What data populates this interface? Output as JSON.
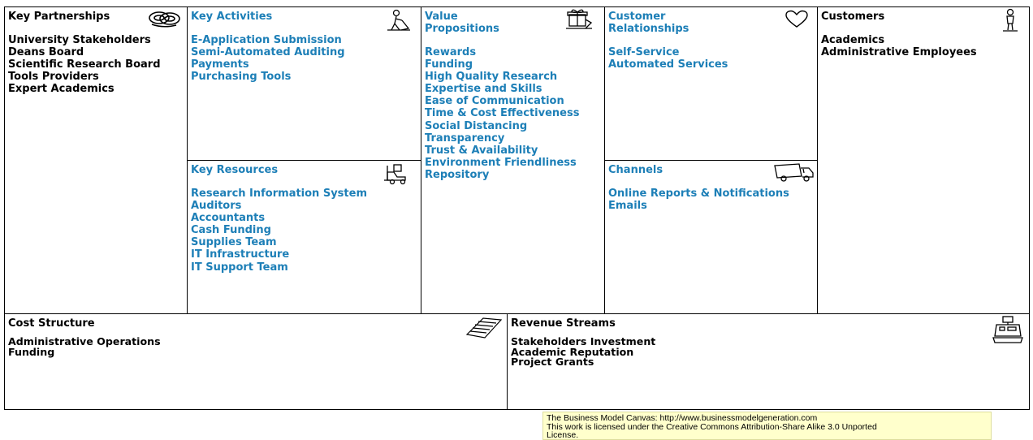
{
  "key_partnerships": {
    "title": "Key Partnerships",
    "items": [
      "University Stakeholders",
      "Deans Board",
      "Scientific Research Board",
      "Tools Providers",
      "Expert Academics"
    ]
  },
  "key_activities": {
    "title": "Key Activities",
    "items": [
      "E-Application Submission",
      "Semi-Automated Auditing",
      "Payments",
      "Purchasing Tools"
    ]
  },
  "key_resources": {
    "title": "Key Resources",
    "items": [
      "Research Information System",
      "Auditors",
      "Accountants",
      "Cash Funding",
      "Supplies Team",
      "IT Infrastructure",
      "IT Support Team"
    ]
  },
  "value_propositions": {
    "title_line1": "Value",
    "title_line2": "Propositions",
    "items": [
      "Rewards",
      "Funding",
      "High Quality Research",
      "Expertise and Skills",
      "Ease of Communication",
      "Time & Cost Effectiveness",
      "Social Distancing",
      "Transparency",
      "Trust & Availability",
      "Environment Friendliness",
      "Repository"
    ]
  },
  "customer_relationships": {
    "title_line1": "Customer",
    "title_line2": "Relationships",
    "items": [
      "Self-Service",
      "Automated Services"
    ]
  },
  "channels": {
    "title": "Channels",
    "items": [
      "Online Reports & Notifications",
      "Emails"
    ]
  },
  "customers": {
    "title": "Customers",
    "items": [
      "Academics",
      "Administrative Employees"
    ]
  },
  "cost_structure": {
    "title": "Cost Structure",
    "items": [
      "Administrative Operations",
      "Funding"
    ]
  },
  "revenue_streams": {
    "title": "Revenue Streams",
    "items": [
      "Stakeholders Investment",
      "Academic Reputation",
      "Project Grants"
    ]
  },
  "license_notice": {
    "line1": "The Business Model Canvas: http://www.businessmodelgeneration.com",
    "line2": "This work is licensed under the Creative Commons Attribution-Share Alike 3.0 Unported",
    "line3": "License."
  },
  "colors": {
    "accent_blue": "#1d7fb7",
    "text_black": "#000000",
    "notice_bg": "#ffffcc"
  },
  "icons": [
    "chain-links-icon",
    "worker-icon",
    "gift-box-icon",
    "heart-icon",
    "person-icon",
    "forklift-icon",
    "delivery-truck-icon",
    "receipt-icon",
    "cash-register-icon"
  ]
}
